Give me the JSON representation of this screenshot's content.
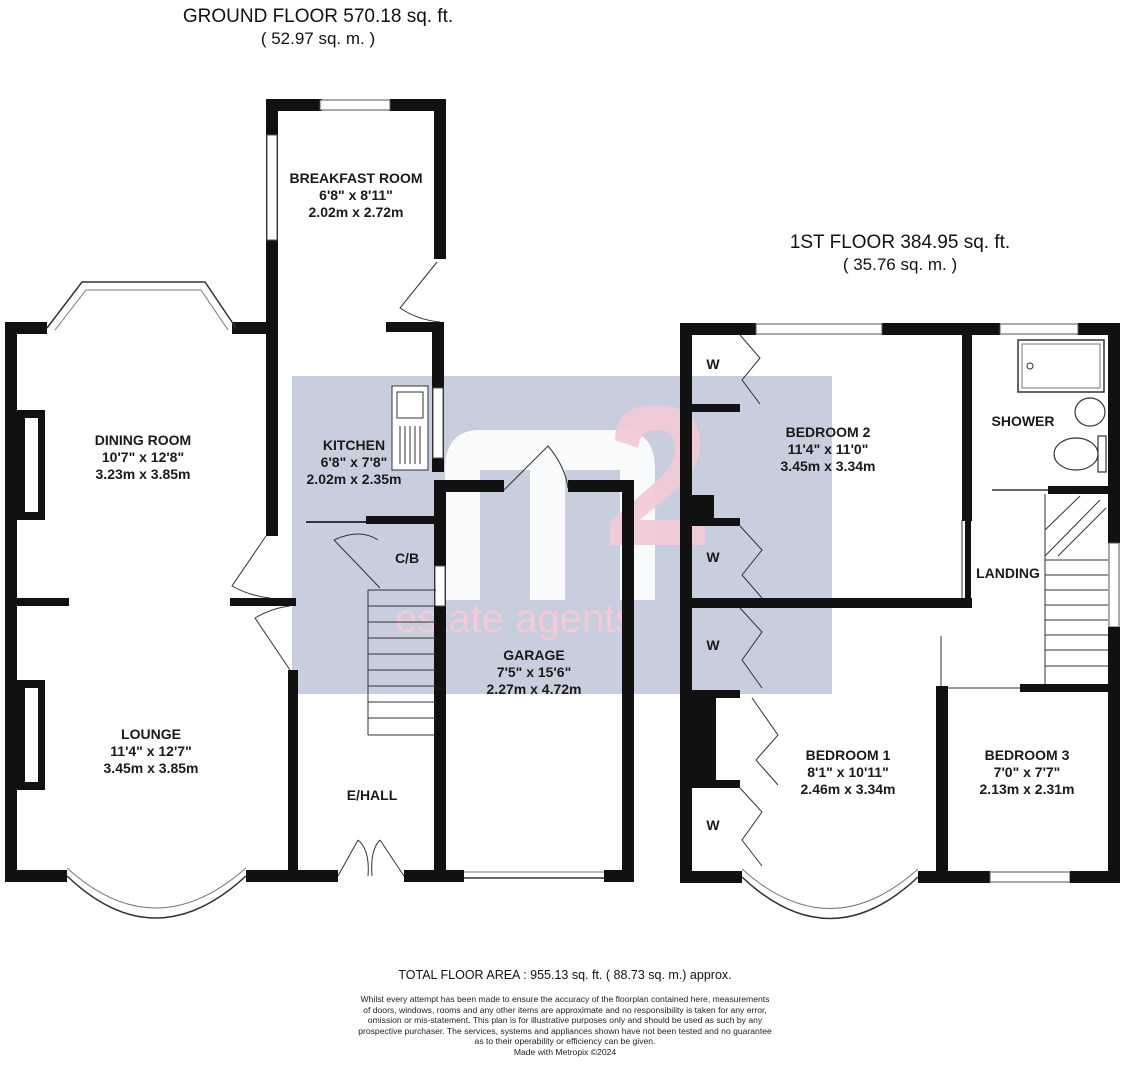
{
  "ground_floor": {
    "title": "GROUND FLOOR 570.18 sq. ft.",
    "area_metric": "( 52.97 sq. m. )",
    "rooms": [
      {
        "name": "BREAKFAST ROOM",
        "imperial": "6'8\" x 8'11\"",
        "metric": "2.02m x 2.72m"
      },
      {
        "name": "DINING ROOM",
        "imperial": "10'7\" x 12'8\"",
        "metric": "3.23m x 3.85m"
      },
      {
        "name": "KITCHEN",
        "imperial": "6'8\" x 7'8\"",
        "metric": "2.02m x 2.35m"
      },
      {
        "name": "LOUNGE",
        "imperial": "11'4\" x 12'7\"",
        "metric": "3.45m x 3.85m"
      },
      {
        "name": "GARAGE",
        "imperial": "7'5\" x 15'6\"",
        "metric": "2.27m x 4.72m"
      }
    ],
    "labels": {
      "cb": "C/B",
      "hall": "E/HALL"
    }
  },
  "first_floor": {
    "title": "1ST FLOOR 384.95 sq. ft.",
    "area_metric": "( 35.76 sq. m. )",
    "rooms": [
      {
        "name": "BEDROOM 2",
        "imperial": "11'4\" x 11'0\"",
        "metric": "3.45m x 3.34m"
      },
      {
        "name": "BEDROOM 1",
        "imperial": "8'1\" x 10'11\"",
        "metric": "2.46m x 3.34m"
      },
      {
        "name": "BEDROOM 3",
        "imperial": "7'0\" x 7'7\"",
        "metric": "2.13m x 2.31m"
      }
    ],
    "labels": {
      "shower": "SHOWER",
      "landing": "LANDING",
      "wardrobe": "W"
    }
  },
  "watermark": {
    "logo": "m2",
    "text": "estate agents",
    "box_color": "#a9b2cc",
    "accent_color": "#f2c1cf"
  },
  "footer": {
    "total": "TOTAL FLOOR AREA : 955.13 sq. ft. ( 88.73 sq. m.) approx.",
    "disclaimer": [
      "Whilst every attempt has been made to ensure the accuracy of the floorplan contained here, measurements",
      "of doors, windows, rooms and any other items are approximate and no responsibility is taken for any error,",
      "omission or mis-statement. This plan is for illustrative purposes only and should be used as such by any",
      "prospective purchaser. The services, systems and appliances shown have not been tested and no guarantee",
      "as to their operability or efficiency can be given.",
      "Made with Metropix ©2024"
    ]
  }
}
